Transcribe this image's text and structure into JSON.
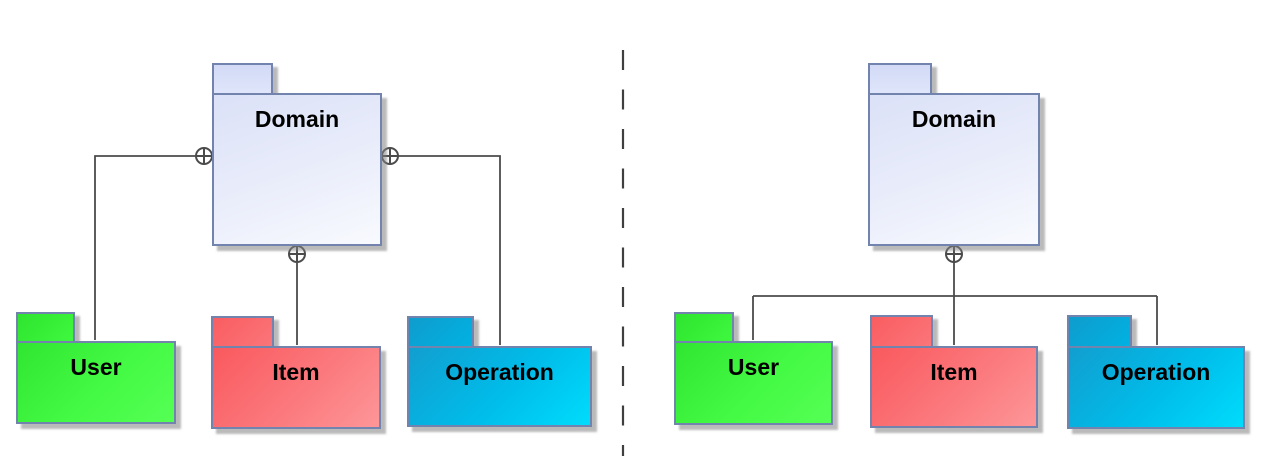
{
  "diagram": {
    "type": "uml-package-containment-diagram",
    "panels": {
      "left": {
        "packages": {
          "domain": {
            "label": "Domain"
          },
          "user": {
            "label": "User"
          },
          "item": {
            "label": "Item"
          },
          "operation": {
            "label": "Operation"
          }
        },
        "links": "three separate containment links, each with its own crossed-circle anchor on Domain"
      },
      "right": {
        "packages": {
          "domain": {
            "label": "Domain"
          },
          "user": {
            "label": "User"
          },
          "item": {
            "label": "Item"
          },
          "operation": {
            "label": "Operation"
          }
        },
        "links": "single shared crossed-circle anchor on Domain with a branching tree to the three packages"
      }
    },
    "colors": {
      "background": "#ffffff",
      "domain_fill_top": "#dbe1f7",
      "domain_fill_bottom": "#f8fafe",
      "domain_tab": "#d2daf6",
      "user_green": "#3ef83e",
      "item_red": "#fb797d",
      "operation_cyan": "#00bdea",
      "package_border": "#7283ae",
      "connector_line": "#4b4b4b",
      "divider_dash": "#3f3f3f",
      "label_text": "#000000",
      "shadow": "#828282"
    }
  }
}
